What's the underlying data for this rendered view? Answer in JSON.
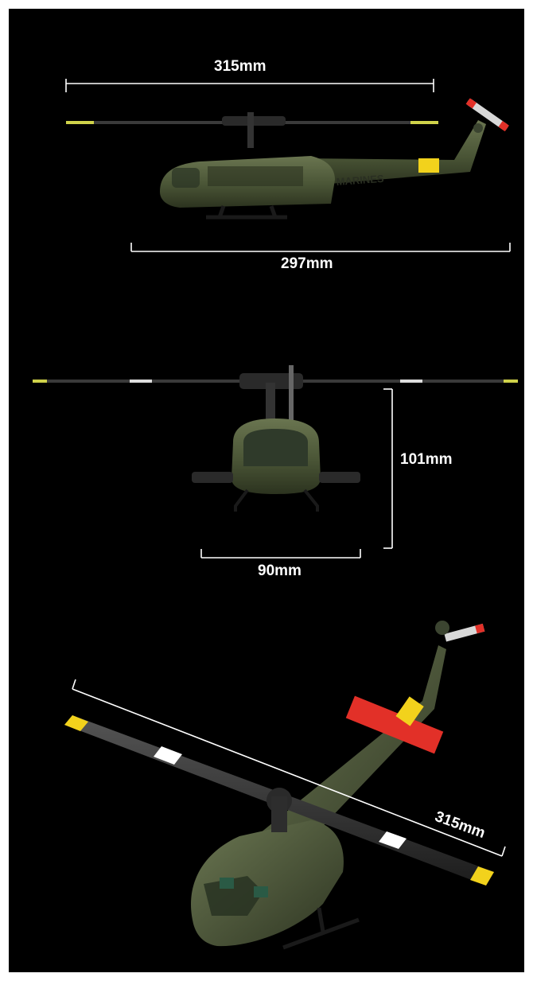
{
  "dimensions": {
    "side_top": "315mm",
    "side_bottom": "297mm",
    "front_height": "101mm",
    "front_width": "90mm",
    "perspective_rotor": "315mm"
  },
  "markings": {
    "fuselage_text": "MARINES"
  },
  "colors": {
    "background": "#000000",
    "dimension_line": "#ffffff",
    "fuselage": "#4a5536",
    "accent_yellow": "#f2d21c",
    "accent_red": "#e23028"
  }
}
